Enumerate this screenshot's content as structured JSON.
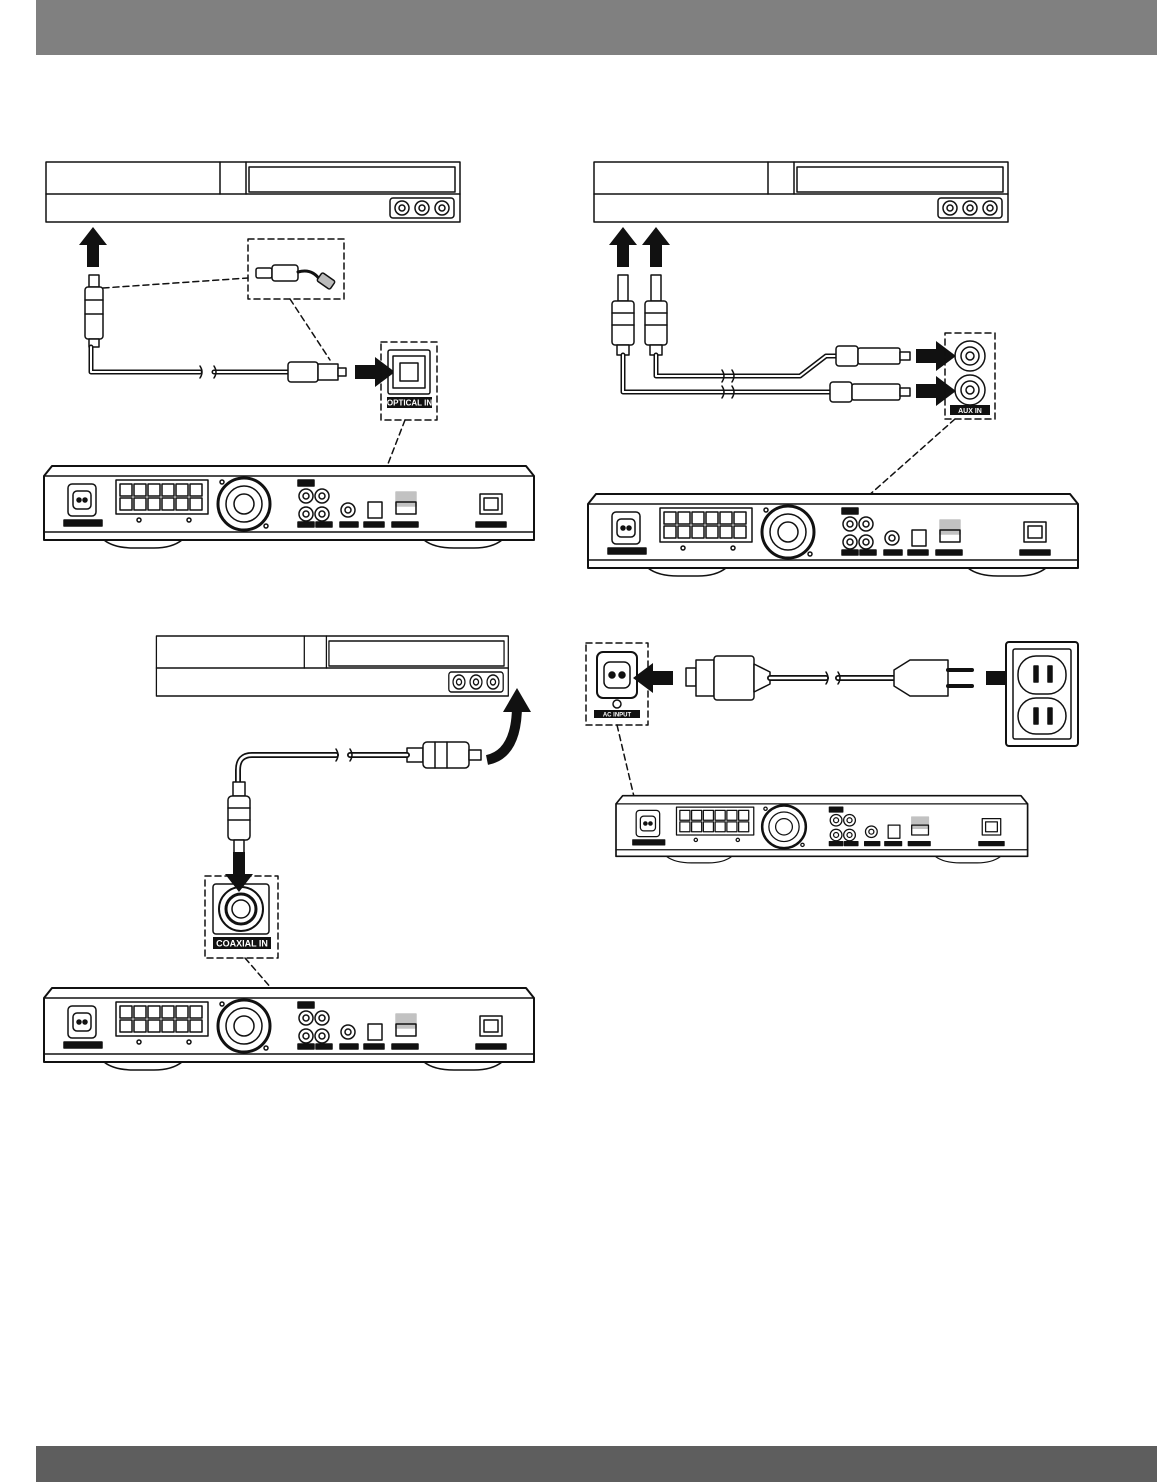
{
  "colors": {
    "header_bar": "#808080",
    "footer_bar": "#5e5e5e",
    "line": "#111111",
    "fill": "#ffffff"
  },
  "labels": {
    "optical_in": "OPTICAL IN",
    "aux_in": "AUX IN",
    "coaxial_in": "COAXIAL IN",
    "ac_input": "AC INPUT"
  },
  "icons": {
    "arrow": "arrow-icon",
    "wall_outlet": "wall-outlet-icon",
    "power_plug": "power-plug-icon"
  }
}
